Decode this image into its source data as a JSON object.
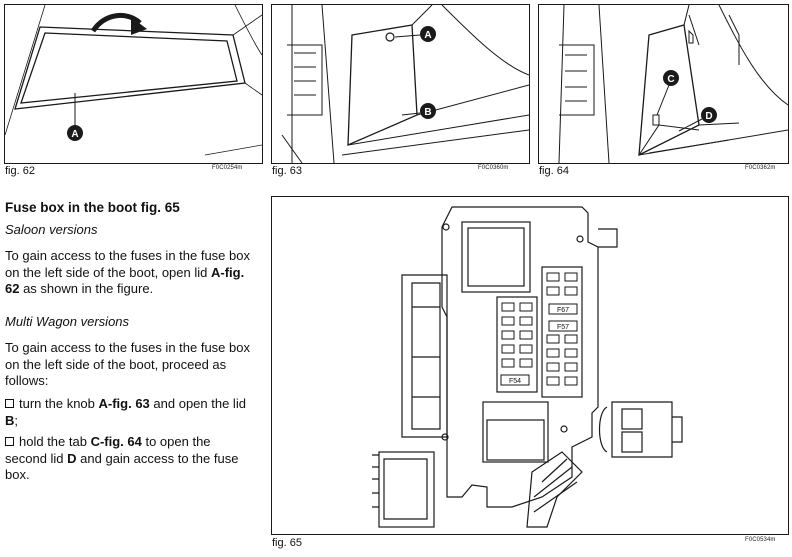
{
  "figures": {
    "fig62": {
      "caption": "fig. 62",
      "code": "F0C0254m",
      "callouts": [
        "A"
      ]
    },
    "fig63": {
      "caption": "fig. 63",
      "code": "F0C0360m",
      "callouts": [
        "A",
        "B"
      ]
    },
    "fig64": {
      "caption": "fig. 64",
      "code": "F0C0362m",
      "callouts": [
        "C",
        "D"
      ]
    },
    "fig65": {
      "caption": "fig. 65",
      "code": "F0C0534m",
      "fuse_labels": [
        "F67",
        "F57",
        "F54"
      ]
    }
  },
  "text": {
    "heading": "Fuse box in the boot fig. 65",
    "saloon_title": "Saloon versions",
    "saloon_body_1": "To gain access to the fuses in the fuse box on the left side of the boot, open lid ",
    "saloon_ref": "A-fig. 62",
    "saloon_body_2": " as shown in the figure.",
    "wagon_title": "Multi Wagon versions",
    "wagon_body": "To gain access to the fuses in the fuse box on the left side of the boot, proceed as follows:",
    "step1_a": "turn the knob ",
    "step1_ref": "A-fig. 63",
    "step1_b": " and open the lid ",
    "step1_lid": "B",
    "step1_c": ";",
    "step2_a": "hold the tab ",
    "step2_ref": "C-fig. 64",
    "step2_b": " to open the second lid ",
    "step2_lid": "D",
    "step2_c": " and gain access to the fuse box."
  }
}
